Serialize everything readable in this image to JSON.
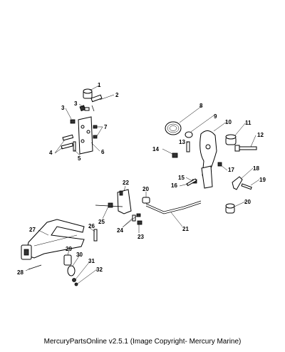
{
  "callouts": [
    "1",
    "2",
    "3",
    "3",
    "4",
    "5",
    "6",
    "7",
    "8",
    "9",
    "10",
    "11",
    "12",
    "13",
    "14",
    "15",
    "16",
    "17",
    "18",
    "19",
    "20",
    "20",
    "21",
    "22",
    "23",
    "24",
    "25",
    "26",
    "27",
    "28",
    "29",
    "30",
    "31",
    "32"
  ],
  "footer_text": "MercuryPartsOnline v2.5.1 (Image Copyright- Mercury Marine)"
}
